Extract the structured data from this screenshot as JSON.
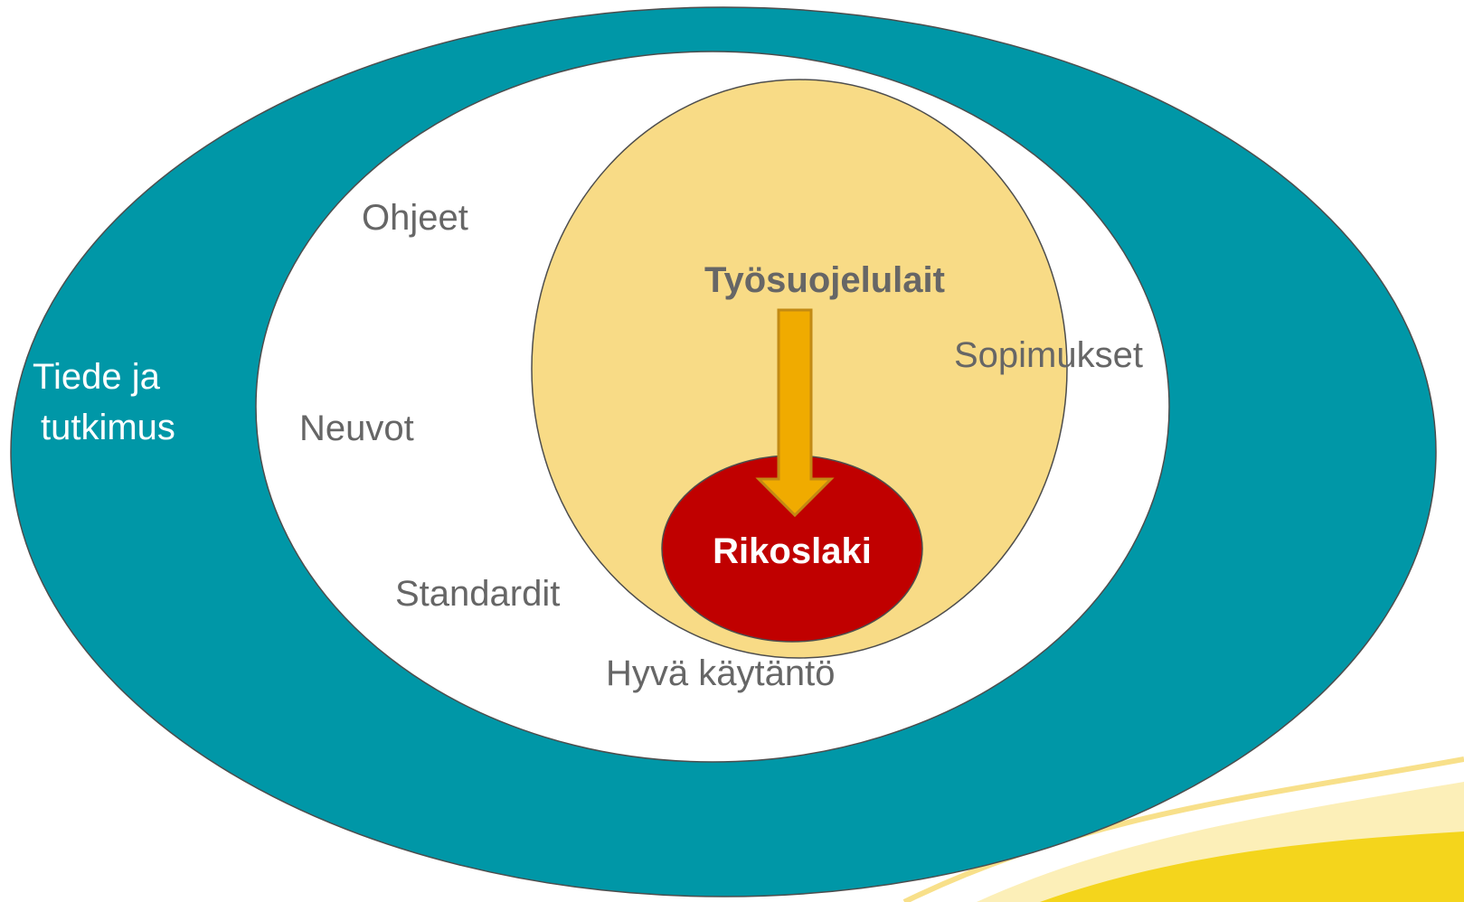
{
  "colors": {
    "outer_ring": "#0097A7",
    "middle_area": "#FFFFFF",
    "inner_circle": "#F8DB86",
    "core": "#C00000",
    "arrow": "#F0AB00",
    "arrow_outline": "#C28A14",
    "label_gray": "#666666",
    "label_white": "#FFFFFF",
    "swoosh_light": "#FCEFB8",
    "swoosh_strong": "#F2D000"
  },
  "labels": {
    "outer": {
      "line1": "Tiede ja",
      "line2": "tutkimus"
    },
    "middle": {
      "ohjeet": "Ohjeet",
      "neuvot": "Neuvot",
      "standardit": "Standardit",
      "hyva_kaytanto": "Hyvä käytäntö",
      "sopimukset": "Sopimukset"
    },
    "inner": {
      "title": "Työsuojelulait"
    },
    "core": {
      "title": "Rikoslaki"
    }
  },
  "icons": {
    "arrow": "arrow-down-icon",
    "decoration": "swoosh-decoration"
  }
}
